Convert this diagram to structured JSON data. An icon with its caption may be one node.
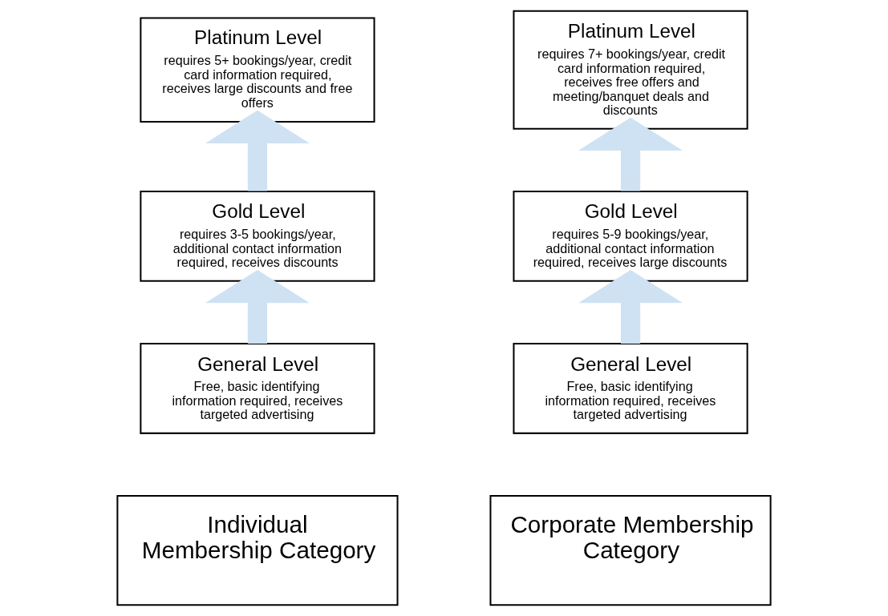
{
  "diagram": {
    "nodes": [
      {
        "text": [
          "Platinum Level",
          "requires 5+ bookings/year, credit card information required, receives large discounts and free offers"
        ]
      },
      {
        "text": [
          "Platinum Level",
          "requires 7+ bookings/year, credit card information required, receives free offers and meeting/banquet deals and discounts"
        ]
      },
      {
        "text": [
          "Gold Level",
          "requires 3-5 bookings/year, additional contact information required, receives discounts"
        ]
      },
      {
        "text": [
          "Gold Level",
          "requires 5-9 bookings/year, additional contact information required, receives large discounts"
        ]
      },
      {
        "text": [
          "General Level",
          "Free, basic identifying information required, receives targeted advertising"
        ]
      },
      {
        "text": [
          "General Level",
          "Free, basic identifying information required, receives targeted advertising"
        ]
      },
      {
        "text": [
          "Individual Membership Category"
        ]
      },
      {
        "text": [
          "Corporate Membership Category"
        ]
      }
    ],
    "edges": [
      {
        "from": 4,
        "to": 2,
        "arrow": "to"
      },
      {
        "from": 2,
        "to": 0,
        "arrow": "to"
      },
      {
        "from": 5,
        "to": 3,
        "arrow": "to"
      },
      {
        "from": 3,
        "to": 1,
        "arrow": "to"
      }
    ]
  }
}
